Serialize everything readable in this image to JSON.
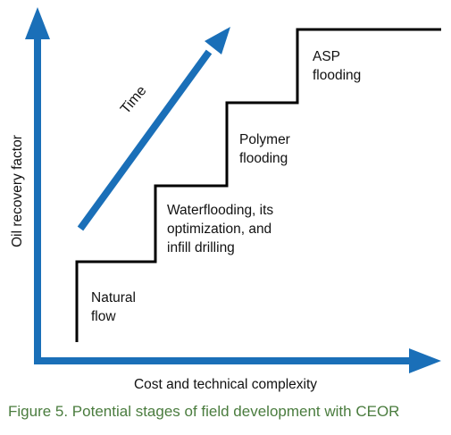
{
  "colors": {
    "arrow": "#1a6fb8",
    "staircase": "#000000",
    "caption": "#4a7c3e"
  },
  "axes": {
    "y_label": "Oil recovery factor",
    "x_label": "Cost and technical complexity"
  },
  "time_arrow": {
    "label": "Time"
  },
  "stages": [
    {
      "lines": [
        "Natural",
        "flow"
      ]
    },
    {
      "lines": [
        "Waterflooding, its",
        "optimization, and",
        "infill drilling"
      ]
    },
    {
      "lines": [
        "Polymer",
        "flooding"
      ]
    },
    {
      "lines": [
        "ASP",
        "flooding"
      ]
    }
  ],
  "caption": "Figure 5. Potential stages of field development with CEOR"
}
